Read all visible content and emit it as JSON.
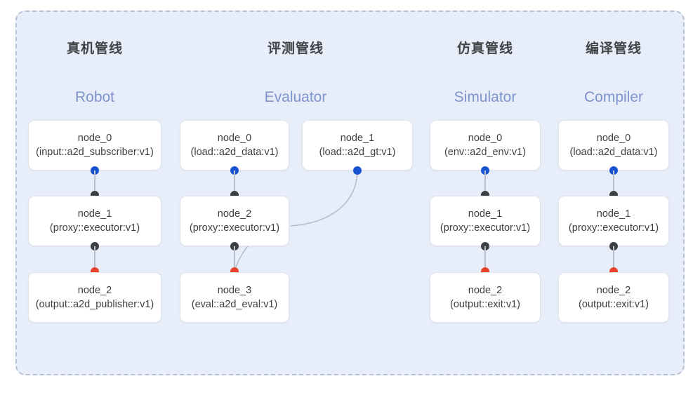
{
  "diagram": {
    "title_hint": "pipeline-overview",
    "colors": {
      "container_bg": "#e7edf9",
      "container_border": "#b7c1d4",
      "node_bg": "#ffffff",
      "node_border": "#e0e3e9",
      "title_cn": "#404447",
      "title_en": "#7f93cd",
      "port_out": "#1a53d0",
      "port_in": "#3c4043",
      "port_terminal": "#e8412a",
      "link": "#b9bfc9"
    },
    "columns": [
      {
        "id": "robot",
        "title_cn": "真机管线",
        "title_en": "Robot",
        "nodes": [
          {
            "name": "node_0",
            "type": "(input::a2d_subscriber:v1)"
          },
          {
            "name": "node_1",
            "type": "(proxy::executor:v1)"
          },
          {
            "name": "node_2",
            "type": "(output::a2d_publisher:v1)"
          }
        ]
      },
      {
        "id": "evaluator",
        "title_cn": "评测管线",
        "title_en": "Evaluator",
        "nodes": [
          {
            "name": "node_0",
            "type": "(load::a2d_data:v1)"
          },
          {
            "name": "node_2",
            "type": "(proxy::executor:v1)"
          },
          {
            "name": "node_3",
            "type": "(eval::a2d_eval:v1)"
          }
        ],
        "side_nodes": [
          {
            "name": "node_1",
            "type": "(load::a2d_gt:v1)"
          }
        ]
      },
      {
        "id": "simulator",
        "title_cn": "仿真管线",
        "title_en": "Simulator",
        "nodes": [
          {
            "name": "node_0",
            "type": "(env::a2d_env:v1)"
          },
          {
            "name": "node_1",
            "type": "(proxy::executor:v1)"
          },
          {
            "name": "node_2",
            "type": "(output::exit:v1)"
          }
        ]
      },
      {
        "id": "compiler",
        "title_cn": "编译管线",
        "title_en": "Compiler",
        "nodes": [
          {
            "name": "node_0",
            "type": "(load::a2d_data:v1)"
          },
          {
            "name": "node_1",
            "type": "(proxy::executor:v1)"
          },
          {
            "name": "node_2",
            "type": "(output::exit:v1)"
          }
        ]
      }
    ]
  }
}
